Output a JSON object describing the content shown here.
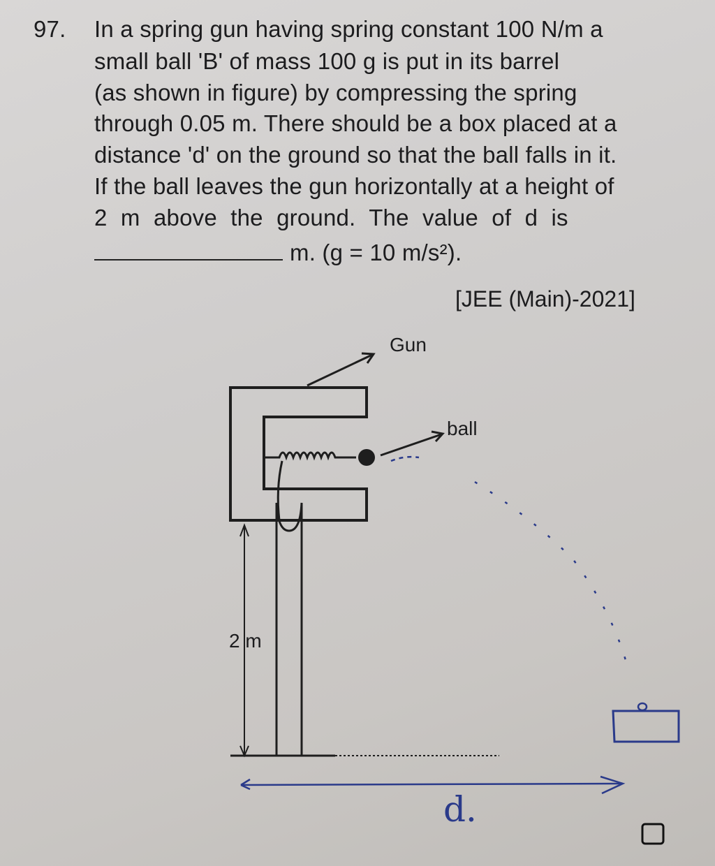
{
  "question": {
    "number": "97.",
    "lines": [
      "In a spring gun having spring constant 100 N/m a",
      "small ball 'B' of mass 100 g is put in its barrel",
      "(as shown in figure) by compressing the spring",
      "through 0.05 m. There should be a box placed at a",
      "distance 'd' on the ground so that the ball falls in it.",
      "If the ball leaves the gun horizontally at a height of",
      "2 m above the ground. The value of d is"
    ],
    "last_line": "m. (g = 10 m/s²).",
    "source": "[JEE (Main)-2021]"
  },
  "figure": {
    "gun_label": "Gun",
    "ball_label": "ball",
    "height_label": "2 m",
    "handwritten_label": "d."
  }
}
